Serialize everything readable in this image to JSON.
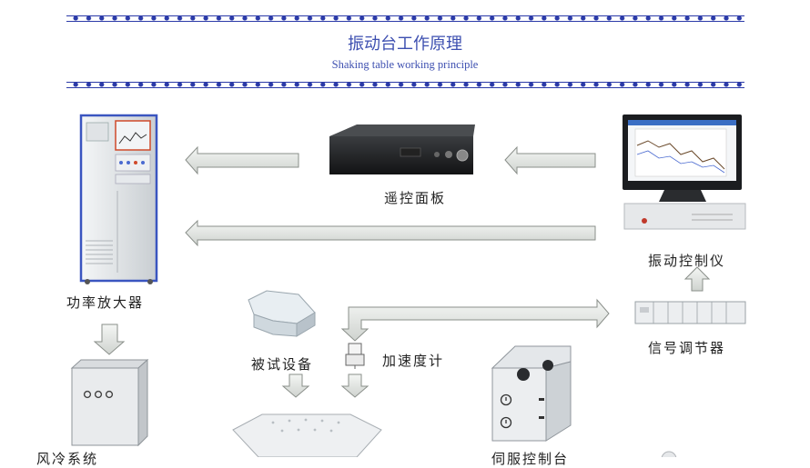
{
  "header": {
    "title": "振动台工作原理",
    "subtitle": "Shaking table working principle"
  },
  "labels": {
    "remote_panel": "遥控面板",
    "power_amplifier": "功率放大器",
    "vibration_controller": "振动控制仪",
    "device_under_test": "被试设备",
    "accelerometer": "加速度计",
    "signal_conditioner": "信号调节器",
    "cooling_blower": "风冷系统",
    "servo_console": "伺服控制台"
  },
  "colors": {
    "accent": "#2b3aa8",
    "title": "#3d4fb0",
    "arrow_fill": "#e4e7e4",
    "arrow_stroke": "#8a8f8a"
  }
}
